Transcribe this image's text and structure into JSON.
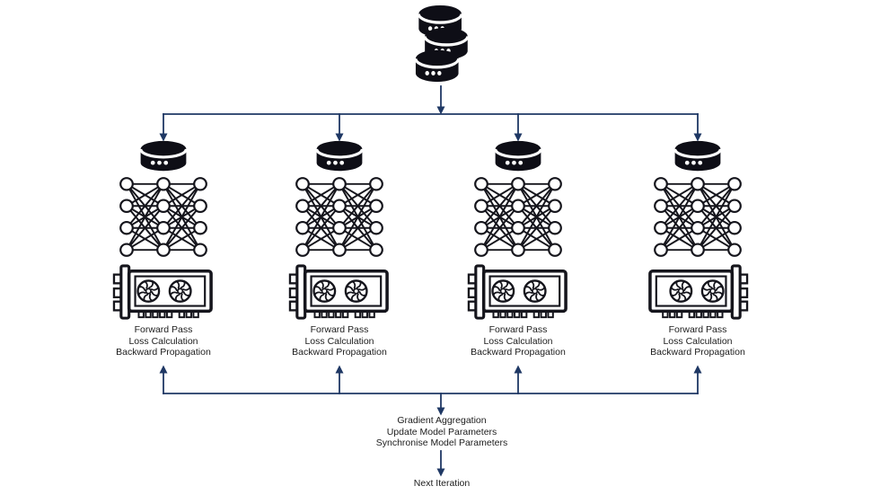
{
  "colors": {
    "connector": "#1f3864",
    "icon_black": "#0e0e16",
    "text": "#1c1c1c",
    "background": "#ffffff"
  },
  "icons": {
    "source": "database-stack-icon",
    "worker_data_shard": "database-icon",
    "worker_model": "neural-network-icon",
    "worker_device": "gpu-icon"
  },
  "workers": [
    {
      "steps": [
        "Forward Pass",
        "Loss Calculation",
        "Backward Propagation"
      ]
    },
    {
      "steps": [
        "Forward Pass",
        "Loss Calculation",
        "Backward Propagation"
      ]
    },
    {
      "steps": [
        "Forward Pass",
        "Loss Calculation",
        "Backward Propagation"
      ]
    },
    {
      "steps": [
        "Forward Pass",
        "Loss Calculation",
        "Backward Propagation"
      ]
    }
  ],
  "aggregation": {
    "lines": [
      "Gradient Aggregation",
      "Update Model Parameters",
      "Synchronise Model Parameters"
    ]
  },
  "next_iteration": "Next Iteration"
}
